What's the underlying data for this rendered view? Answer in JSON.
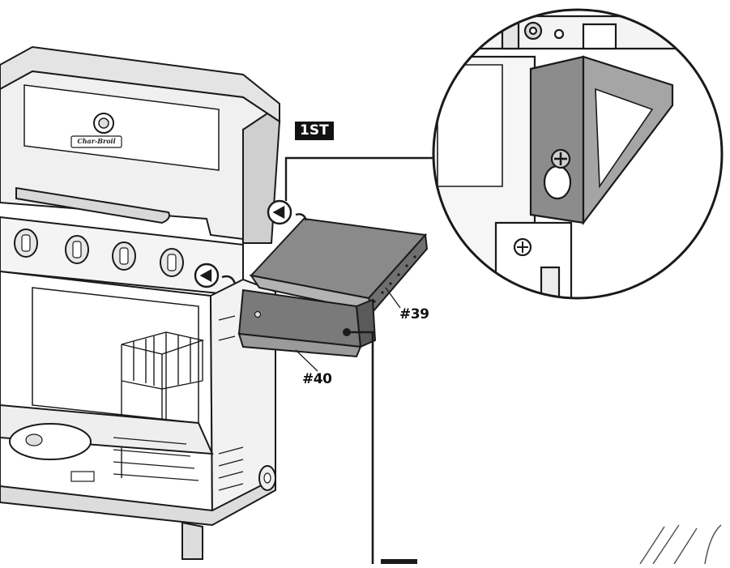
{
  "diagram": {
    "step_badge": "1ST",
    "part_39": "#39",
    "part_40": "#40",
    "brand_plate": "Char-Broil"
  },
  "colors": {
    "line": "#1a1a1a",
    "panel_dark": "#6f6f6f",
    "panel_mid": "#8a8a8a",
    "panel_light": "#b3b3b3",
    "grill_gray": "#d9d9d9"
  },
  "icons": [
    "screw-icon",
    "arrow-icon"
  ]
}
